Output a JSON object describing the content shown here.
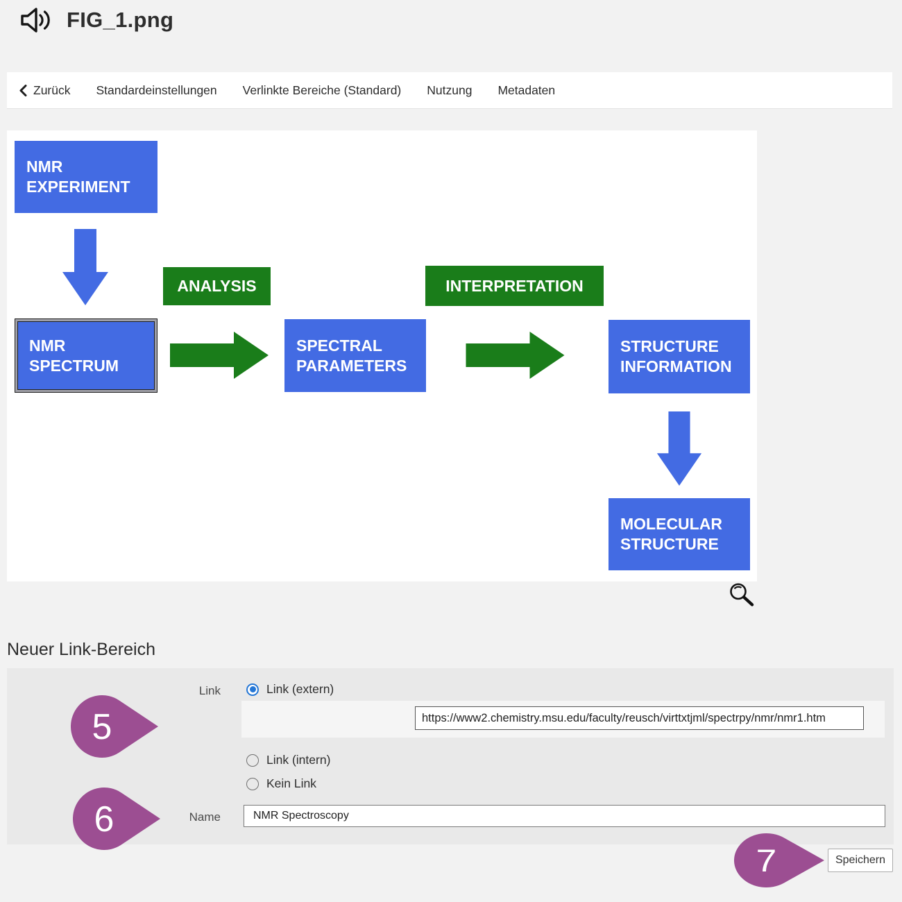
{
  "header": {
    "title": "FIG_1.png",
    "icon": "speaker-icon"
  },
  "nav": {
    "items": [
      {
        "label": "Zurück",
        "icon": "chevron-left-icon"
      },
      {
        "label": "Standardeinstellungen"
      },
      {
        "label": "Verlinkte Bereiche (Standard)"
      },
      {
        "label": "Nutzung"
      },
      {
        "label": "Metadaten"
      }
    ]
  },
  "figure": {
    "boxes": [
      {
        "id": "nmr-experiment",
        "label": "NMR\nEXPERIMENT",
        "color": "#436BE3"
      },
      {
        "id": "analysis",
        "label": "ANALYSIS",
        "color": "#1A7D1A"
      },
      {
        "id": "interpretation",
        "label": "INTERPRETATION",
        "color": "#1A7D1A"
      },
      {
        "id": "nmr-spectrum",
        "label": "NMR\nSPECTRUM",
        "color": "#436BE3",
        "selected": true
      },
      {
        "id": "spectral-parameters",
        "label": "SPECTRAL\nPARAMETERS",
        "color": "#436BE3"
      },
      {
        "id": "structure-information",
        "label": "STRUCTURE\nINFORMATION",
        "color": "#436BE3"
      },
      {
        "id": "molecular-structure",
        "label": "MOLECULAR\nSTRUCTURE",
        "color": "#436BE3"
      }
    ],
    "arrows": [
      {
        "id": "arrow-down-1",
        "direction": "down",
        "color": "#436BE3"
      },
      {
        "id": "arrow-right-1",
        "direction": "right",
        "color": "#1A7D1A"
      },
      {
        "id": "arrow-right-2",
        "direction": "right",
        "color": "#1A7D1A"
      },
      {
        "id": "arrow-down-2",
        "direction": "down",
        "color": "#436BE3"
      }
    ],
    "zoom_icon": "magnifier-icon"
  },
  "form": {
    "section_title": "Neuer Link-Bereich",
    "link_label": "Link",
    "options": [
      {
        "label": "Link (extern)",
        "selected": true
      },
      {
        "label": "Link (intern)",
        "selected": false
      },
      {
        "label": "Kein Link",
        "selected": false
      }
    ],
    "url_value": "https://www2.chemistry.msu.edu/faculty/reusch/virttxtjml/spectrpy/nmr/nmr1.htm",
    "name_label": "Name",
    "name_value": "NMR Spectroscopy",
    "save_button": "Speichern"
  },
  "annotations": {
    "color": "#9C4E92",
    "markers": [
      {
        "number": "5"
      },
      {
        "number": "6"
      },
      {
        "number": "7"
      }
    ]
  },
  "colors": {
    "page_background": "#f2f2f2",
    "panel_background": "#e9e9e9",
    "strip_background": "#f5f5f5",
    "box_blue": "#436BE3",
    "box_green": "#1A7D1A",
    "radio_selected_blue": "#2577d6",
    "marker_purple": "#9C4E92"
  }
}
